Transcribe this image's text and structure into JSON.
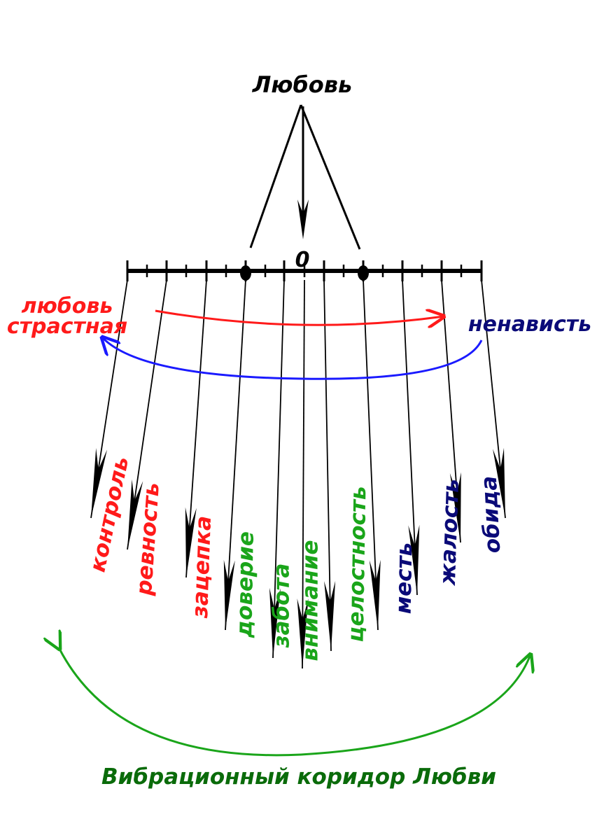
{
  "title": "Любовь",
  "zero_label": "0",
  "left_label": {
    "line1": "любовь",
    "line2": "страстная"
  },
  "right_label": "ненависть",
  "bottom_caption": "Вибрационный коридор Любви",
  "colors": {
    "red": "#ff1a1a",
    "blue": "#1a1aff",
    "navy": "#0a0a78",
    "green": "#1aa51a",
    "dark_green": "#0a6b0a",
    "black": "#000000"
  },
  "words": [
    {
      "text": "контроль",
      "color": "red"
    },
    {
      "text": "ревность",
      "color": "red"
    },
    {
      "text": "зацепка",
      "color": "red"
    },
    {
      "text": "доверие",
      "color": "green"
    },
    {
      "text": "забота",
      "color": "green"
    },
    {
      "text": "внимание",
      "color": "green"
    },
    {
      "text": "целостность",
      "color": "green"
    },
    {
      "text": "месть",
      "color": "navy"
    },
    {
      "text": "жалость",
      "color": "navy"
    },
    {
      "text": "обида",
      "color": "navy"
    }
  ]
}
